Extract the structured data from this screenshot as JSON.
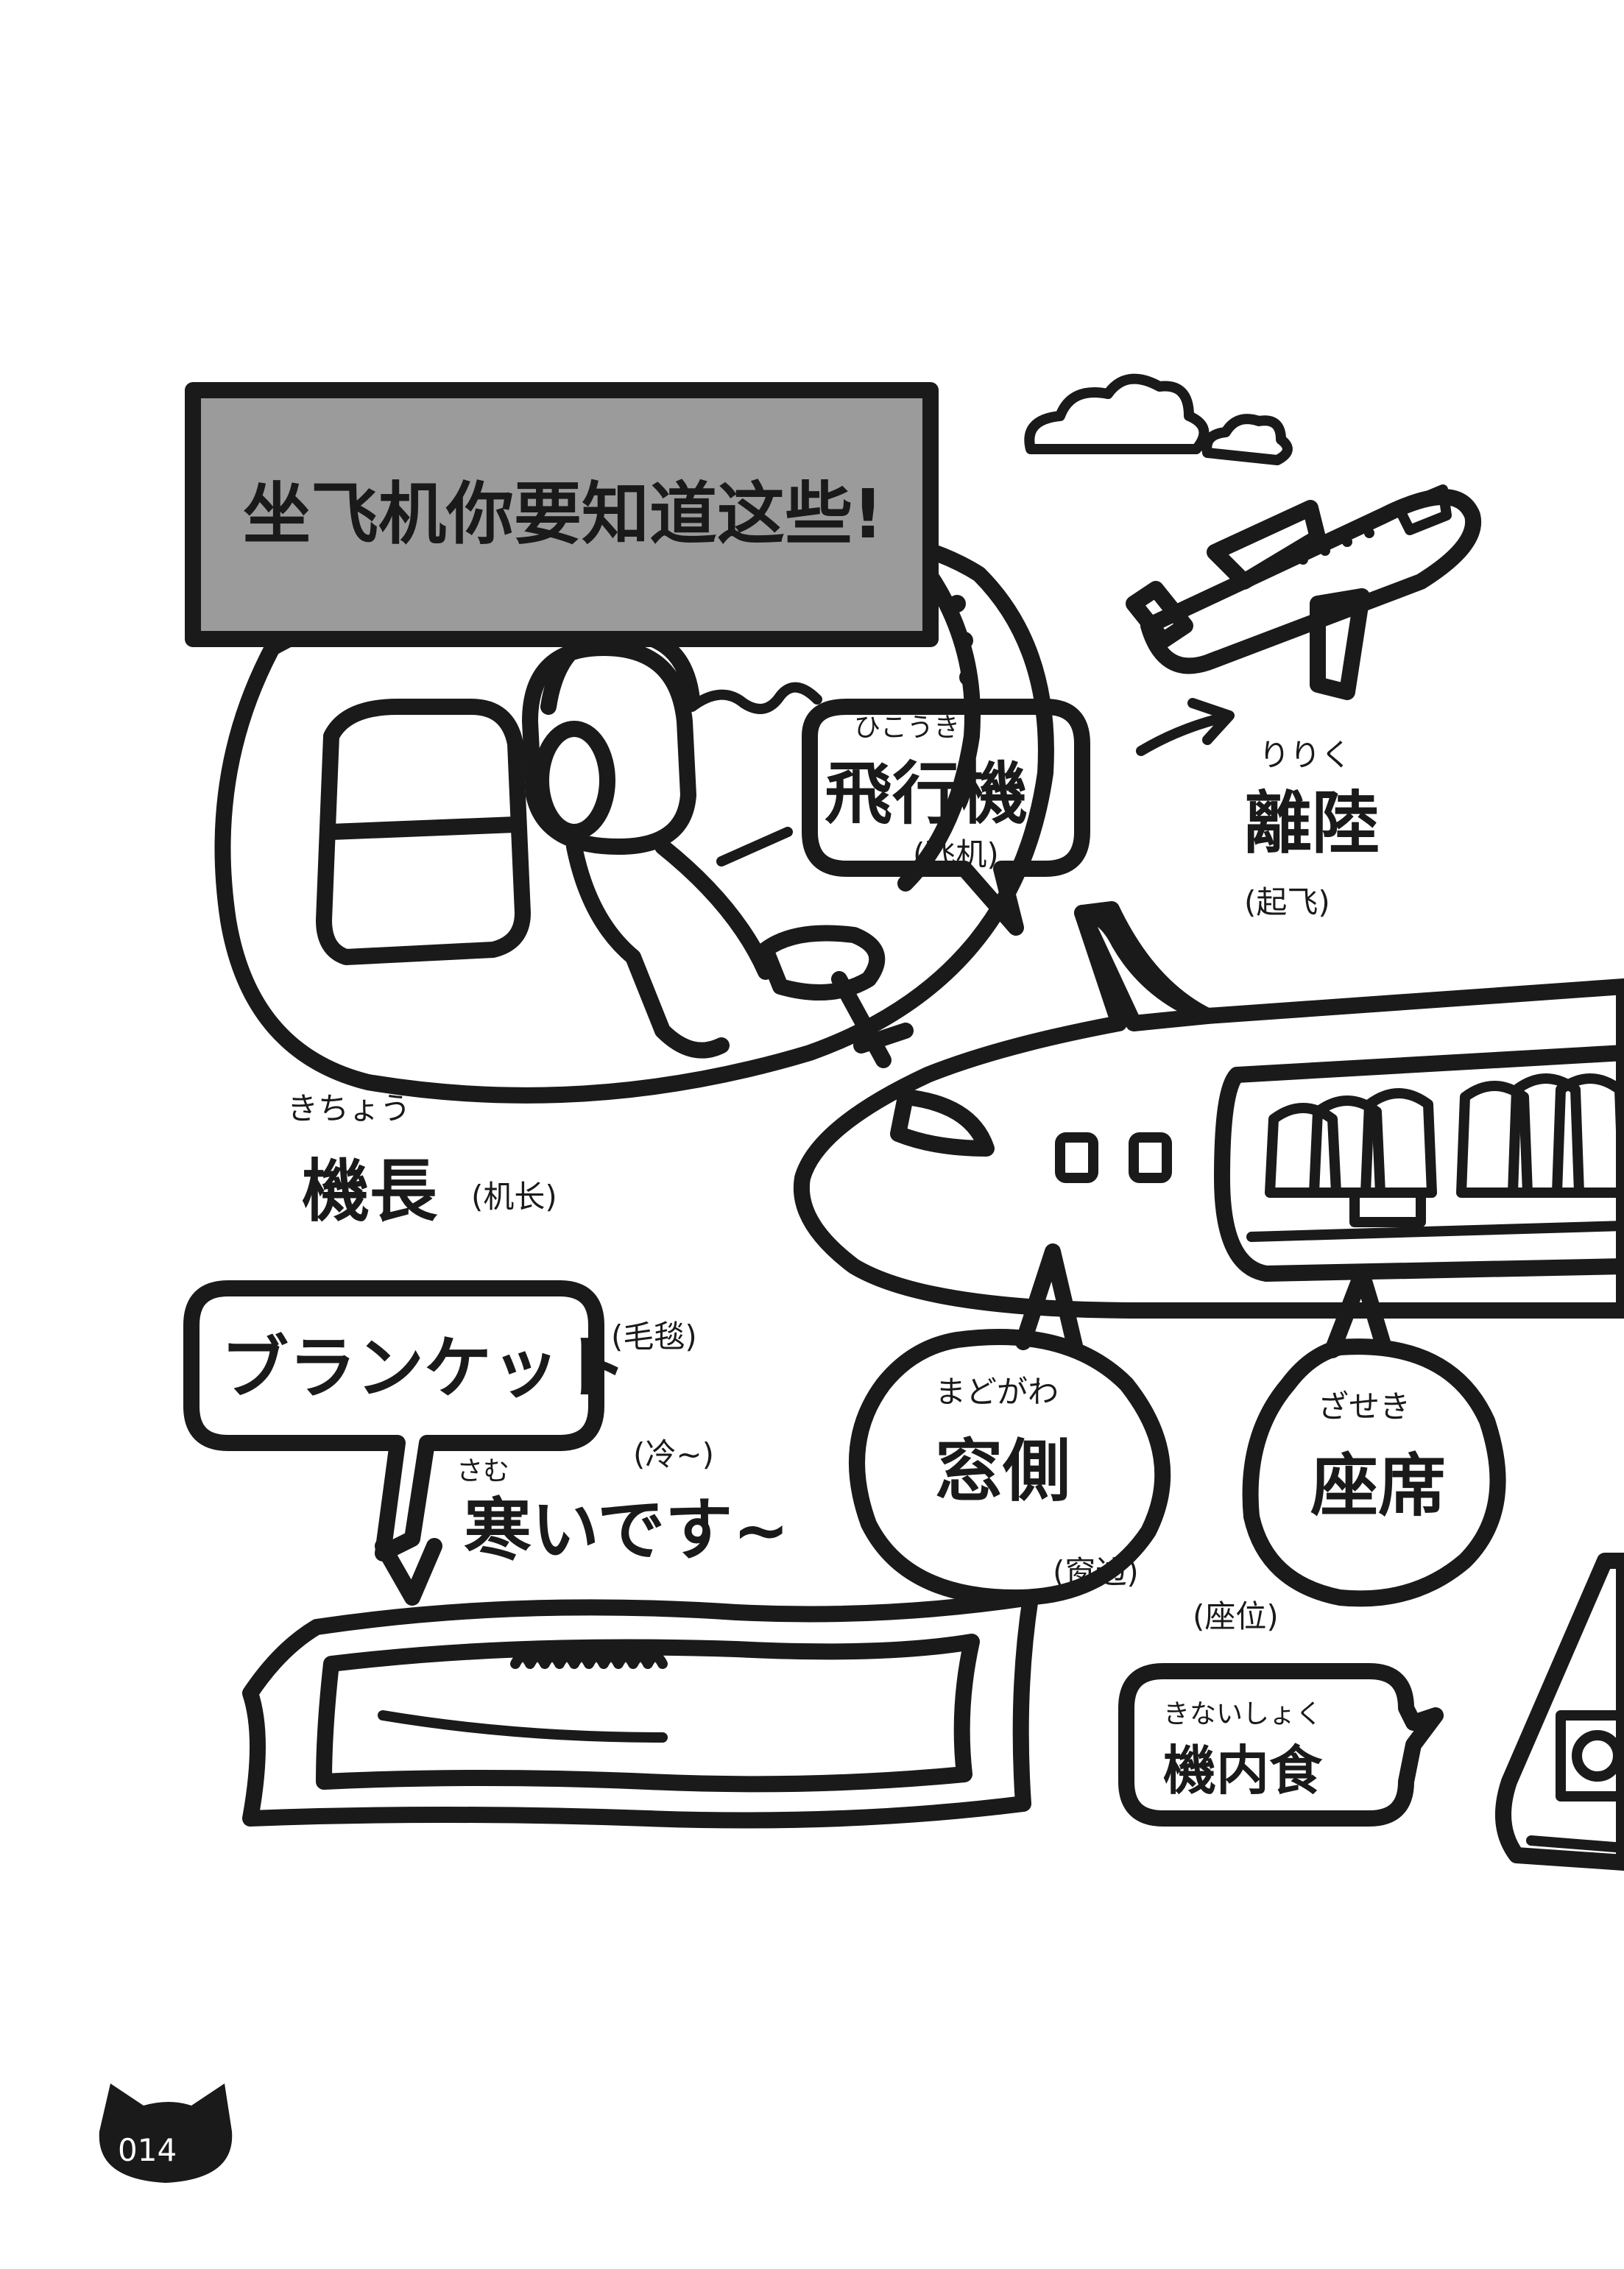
{
  "banner": {
    "title": "坐飞机你要知道这些!"
  },
  "airplane": {
    "label": "飛行機",
    "reading": "ひこうき",
    "translation": "(飞机)"
  },
  "takeoff": {
    "label": "離陸",
    "reading": "りりく",
    "translation": "(起飞)"
  },
  "captain": {
    "label": "機長",
    "reading": "きちょう",
    "translation": "(机长)"
  },
  "blanket": {
    "label": "ブランケット",
    "translation": "(毛毯)"
  },
  "cold": {
    "label": "寒いです~",
    "reading": "さむ",
    "translation": "(冷~)"
  },
  "window_seat": {
    "label": "窓側",
    "reading": "まどがわ",
    "translation": "(窗边)"
  },
  "seat": {
    "label": "座席",
    "reading": "ざせき",
    "translation": "(座位)"
  },
  "inflight_meal": {
    "label": "機内食",
    "reading": "きないしょく"
  },
  "page_number": "014",
  "colors": {
    "ink": "#1a1a1a",
    "grey": "#9b9b9b",
    "paper": "#ffffff"
  },
  "icons": [
    "cloud-icon",
    "airplane-icon",
    "cat-head-icon"
  ]
}
